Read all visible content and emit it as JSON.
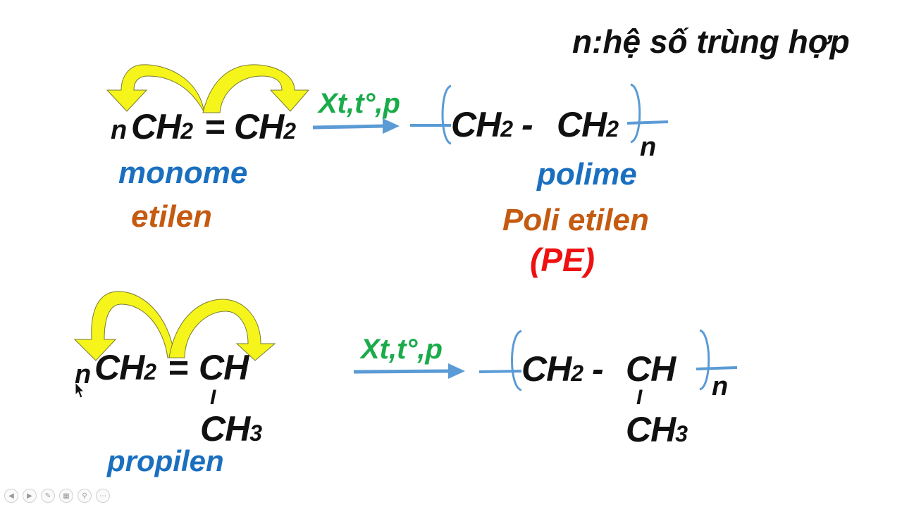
{
  "title": "n:hệ số trùng hợp",
  "reaction1": {
    "coef": "n",
    "reactant_a": "CH",
    "reactant_a_sub": "2",
    "bond": "=",
    "reactant_b": "CH",
    "reactant_b_sub": "2",
    "condition": "Xt,t°,p",
    "product_a": "CH",
    "product_a_sub": "2",
    "product_dash": "-",
    "product_b": "CH",
    "product_b_sub": "2",
    "repeat": "n",
    "label_monomer": "monome",
    "label_monomer_name": "etilen",
    "label_polymer": "polime",
    "label_polymer_name": "Poli etilen",
    "label_polymer_abbr": "(PE)"
  },
  "reaction2": {
    "coef": "n",
    "reactant_a": "CH",
    "reactant_a_sub": "2",
    "bond": "=",
    "reactant_b": "CH",
    "branch_bond": "I",
    "branch": "CH",
    "branch_sub": "3",
    "condition": "Xt,t°,p",
    "product_a": "CH",
    "product_a_sub": "2",
    "product_dash": "-",
    "product_b": "CH",
    "product_branch_bond": "I",
    "product_branch": "CH",
    "product_branch_sub": "3",
    "repeat": "n",
    "label_monomer_name": "propilen"
  },
  "colors": {
    "arrow_yellow": "#f5f51c",
    "arrow_outline": "#7a7a30",
    "reaction_arrow": "#5b9bd5",
    "text_black": "#111111",
    "label_blue": "#1a6fc0",
    "label_orange": "#c55a11",
    "label_red": "#ee1111",
    "condition_green": "#1aab4a"
  },
  "toolbar_icons": [
    "prev-icon",
    "next-icon",
    "pen-icon",
    "slides-icon",
    "zoom-icon",
    "more-icon"
  ]
}
